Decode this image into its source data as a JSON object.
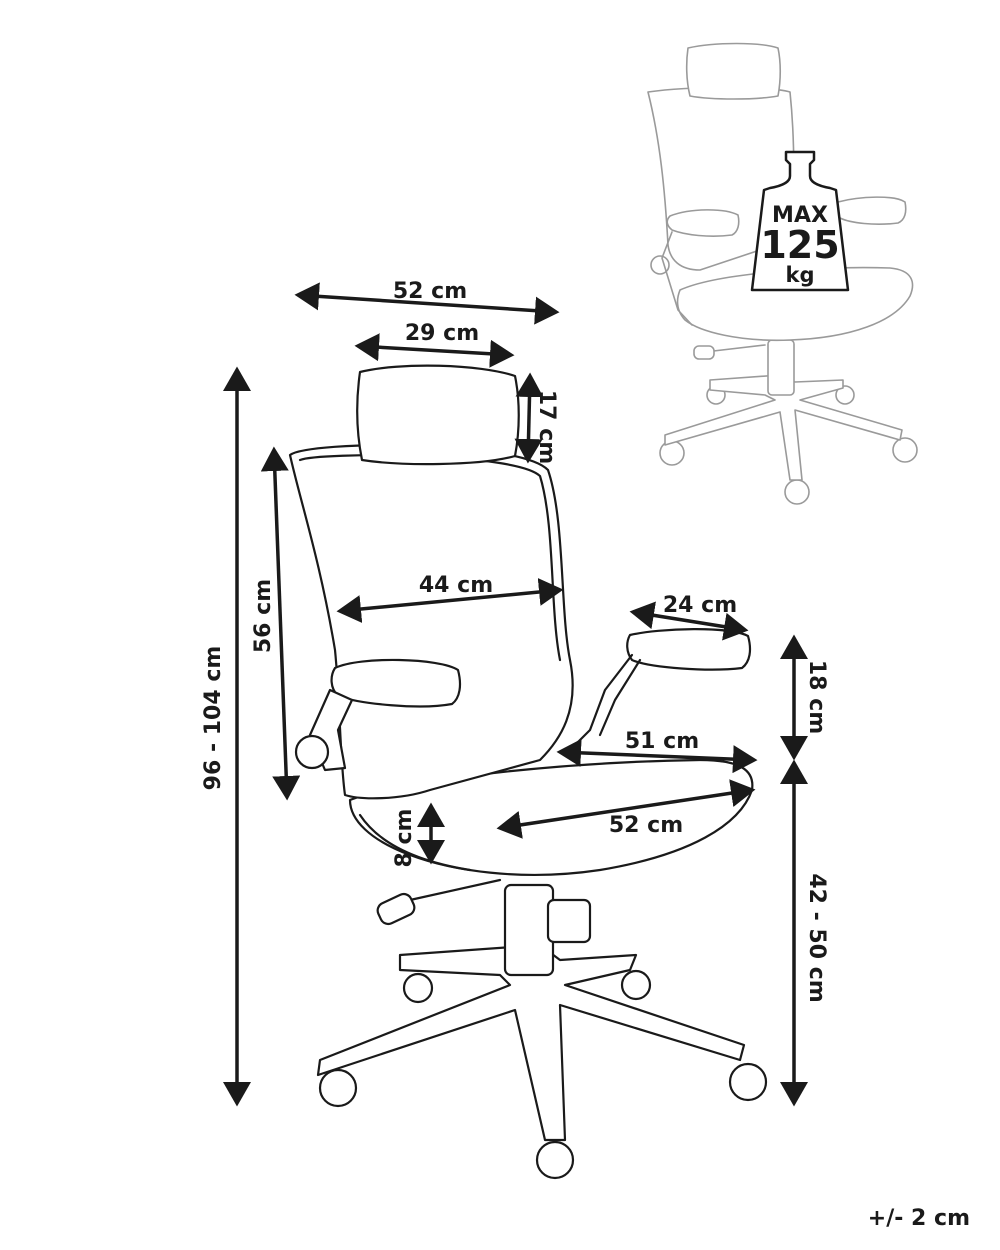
{
  "dimensions": {
    "overall_width": "52 cm",
    "headrest_width": "29 cm",
    "headrest_height": "17 cm",
    "backrest_height": "56 cm",
    "backrest_width": "44 cm",
    "armrest_length": "24 cm",
    "armrest_height": "18 cm",
    "seat_width": "51 cm",
    "seat_depth": "52 cm",
    "seat_thickness": "8 cm",
    "total_height": "96 - 104 cm",
    "seat_height": "42 - 50 cm"
  },
  "weight_badge": {
    "line1": "MAX",
    "line2": "125",
    "line3": "kg"
  },
  "tolerance": "+/- 2 cm"
}
